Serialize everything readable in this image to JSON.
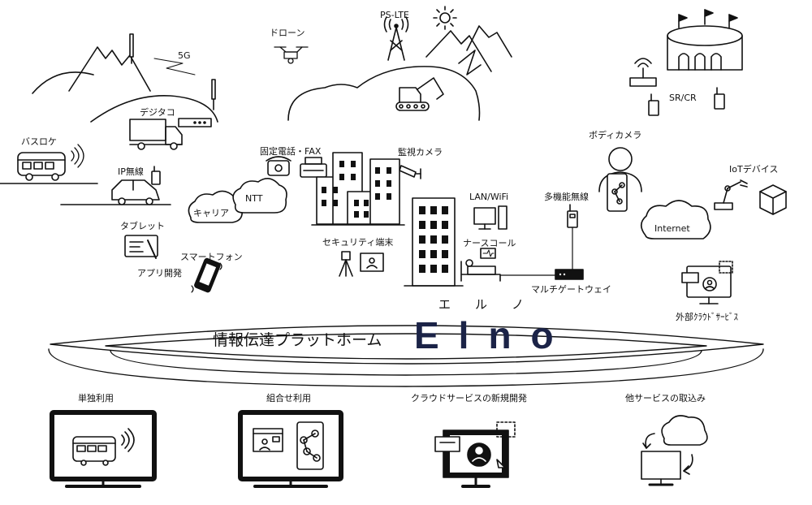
{
  "labels": {
    "5g": "5G",
    "drone": "ドローン",
    "ps_lte": "PS-LTE",
    "digitaco": "デジタコ",
    "bus_location": "バスロケ",
    "ip_radio": "IP無線",
    "carrier": "キャリア",
    "ntt": "NTT",
    "tablet": "タブレット",
    "smartphone": "スマートフォン",
    "app_dev": "アプリ開発",
    "fixed_phone_fax": "固定電話・FAX",
    "surveillance_camera": "監視カメラ",
    "lan_wifi": "LAN/WiFi",
    "security_terminal": "セキュリティ端末",
    "nurse_call": "ナースコール",
    "multi_function_radio": "多機能無線",
    "multi_gateway": "マルチゲートウェイ",
    "body_camera": "ボディカメラ",
    "sr_cr": "SR/CR",
    "iot_device": "IoTデバイス",
    "internet": "Internet",
    "external_cloud": "外部ｸﾗｳﾄﾞｻｰﾋﾞｽ"
  },
  "platform": {
    "label": "情報伝達プラットホーム",
    "ruby": "エルノ",
    "name": "Elno"
  },
  "bottom": [
    {
      "label": "単独利用"
    },
    {
      "label": "組合せ利用"
    },
    {
      "label": "クラウドサービスの新規開発"
    },
    {
      "label": "他サービスの取込み"
    }
  ]
}
